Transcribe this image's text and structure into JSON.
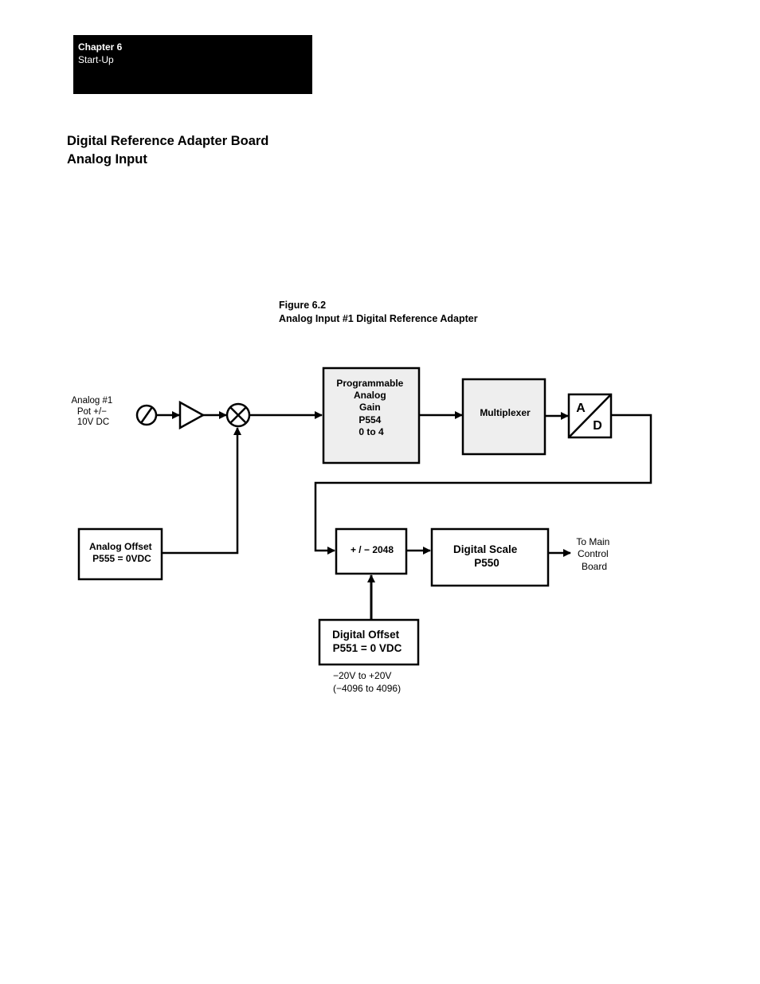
{
  "header": {
    "chapter": "Chapter 6",
    "subtitle": "Start-Up"
  },
  "section": {
    "title_line1": "Digital Reference Adapter Board",
    "title_line2": "Analog Input"
  },
  "figure": {
    "number": "Figure 6.2",
    "caption": "Analog Input #1 Digital Reference Adapter"
  },
  "diagram": {
    "input_label": [
      "Analog #1",
      "Pot +/−",
      "10V DC"
    ],
    "gain_block": [
      "Programmable",
      "Analog",
      "Gain",
      "P554",
      "0 to 4"
    ],
    "multiplexer": "Multiplexer",
    "ad_converter": {
      "a": "A",
      "d": "D"
    },
    "analog_offset": [
      "Analog Offset",
      "P555 = 0VDC"
    ],
    "adder_block": "+ / − 2048",
    "digital_scale": [
      "Digital Scale",
      "P550"
    ],
    "output_label": [
      "To Main",
      "Control",
      "Board"
    ],
    "digital_offset": [
      "Digital Offset",
      "P551 = 0 VDC"
    ],
    "range_note": [
      "−20V to +20V",
      "(−4096 to 4096)"
    ]
  },
  "colors": {
    "block_fill": "#eeeeee",
    "ink": "#000000"
  }
}
